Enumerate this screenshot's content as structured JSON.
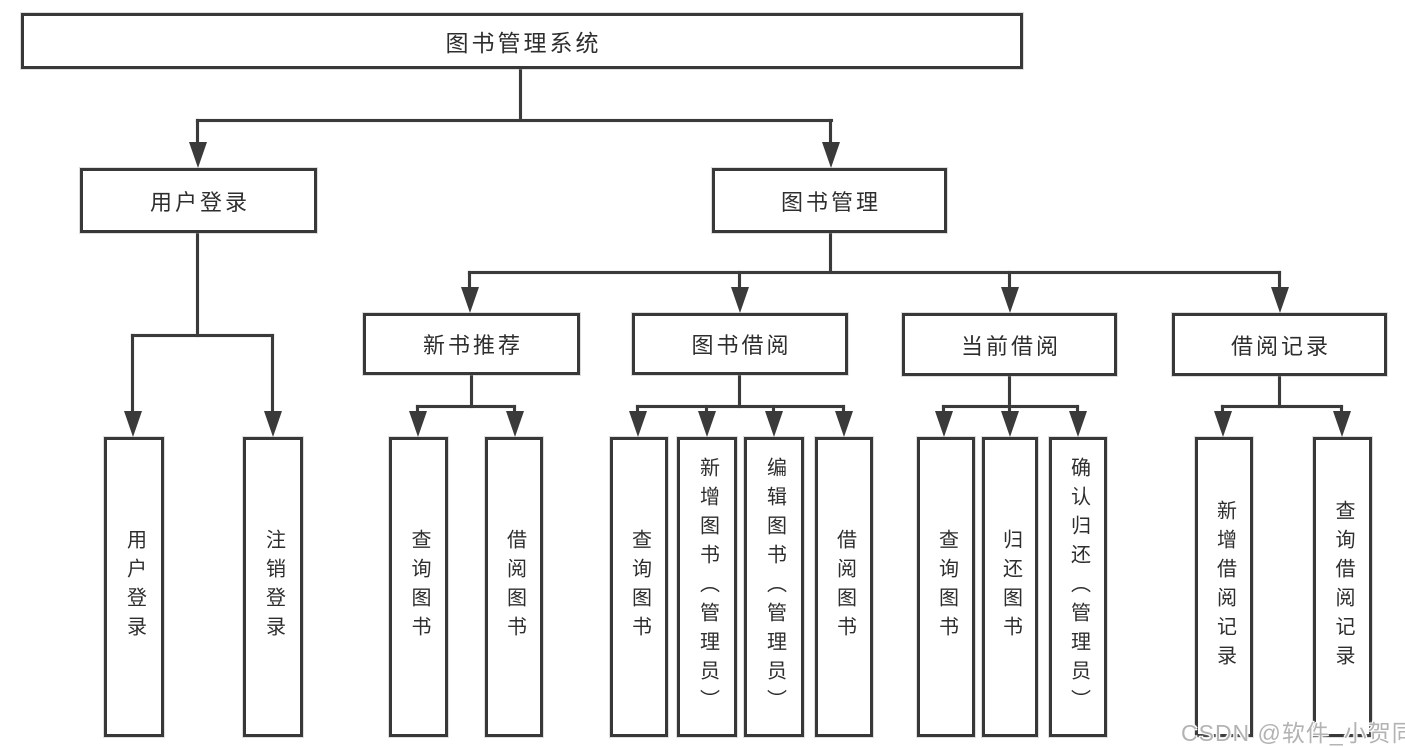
{
  "diagram": {
    "root": {
      "label": "图书管理系统"
    },
    "level2": [
      {
        "id": "user-login",
        "label": "用户登录"
      },
      {
        "id": "book-management",
        "label": "图书管理"
      }
    ],
    "level3": [
      {
        "id": "new-book-recommend",
        "label": "新书推荐"
      },
      {
        "id": "book-borrowing",
        "label": "图书借阅"
      },
      {
        "id": "current-borrowing",
        "label": "当前借阅"
      },
      {
        "id": "borrowing-records",
        "label": "借阅记录"
      }
    ],
    "leaves": [
      {
        "id": "user-login-leaf",
        "label": "用户登录"
      },
      {
        "id": "logout",
        "label": "注销登录"
      },
      {
        "id": "query-books-1",
        "label": "查询图书"
      },
      {
        "id": "borrow-books-1",
        "label": "借阅图书"
      },
      {
        "id": "query-books-2",
        "label": "查询图书"
      },
      {
        "id": "add-book-admin",
        "label": "新增图书（管理员）"
      },
      {
        "id": "edit-book-admin",
        "label": "编辑图书（管理员）"
      },
      {
        "id": "borrow-books-2",
        "label": "借阅图书"
      },
      {
        "id": "query-books-3",
        "label": "查询图书"
      },
      {
        "id": "return-books",
        "label": "归还图书"
      },
      {
        "id": "confirm-return-admin",
        "label": "确认归还（管理员）"
      },
      {
        "id": "add-borrow-record",
        "label": "新增借阅记录"
      },
      {
        "id": "query-borrow-record",
        "label": "查询借阅记录"
      }
    ]
  },
  "watermark": {
    "text": "CSDN @软件_小贺同学"
  },
  "colors": {
    "background": "#ffffff",
    "line": "#3a3a3a",
    "box_border": "#383838",
    "text": "#2e2e2e",
    "watermark": "#b3b3b3"
  }
}
